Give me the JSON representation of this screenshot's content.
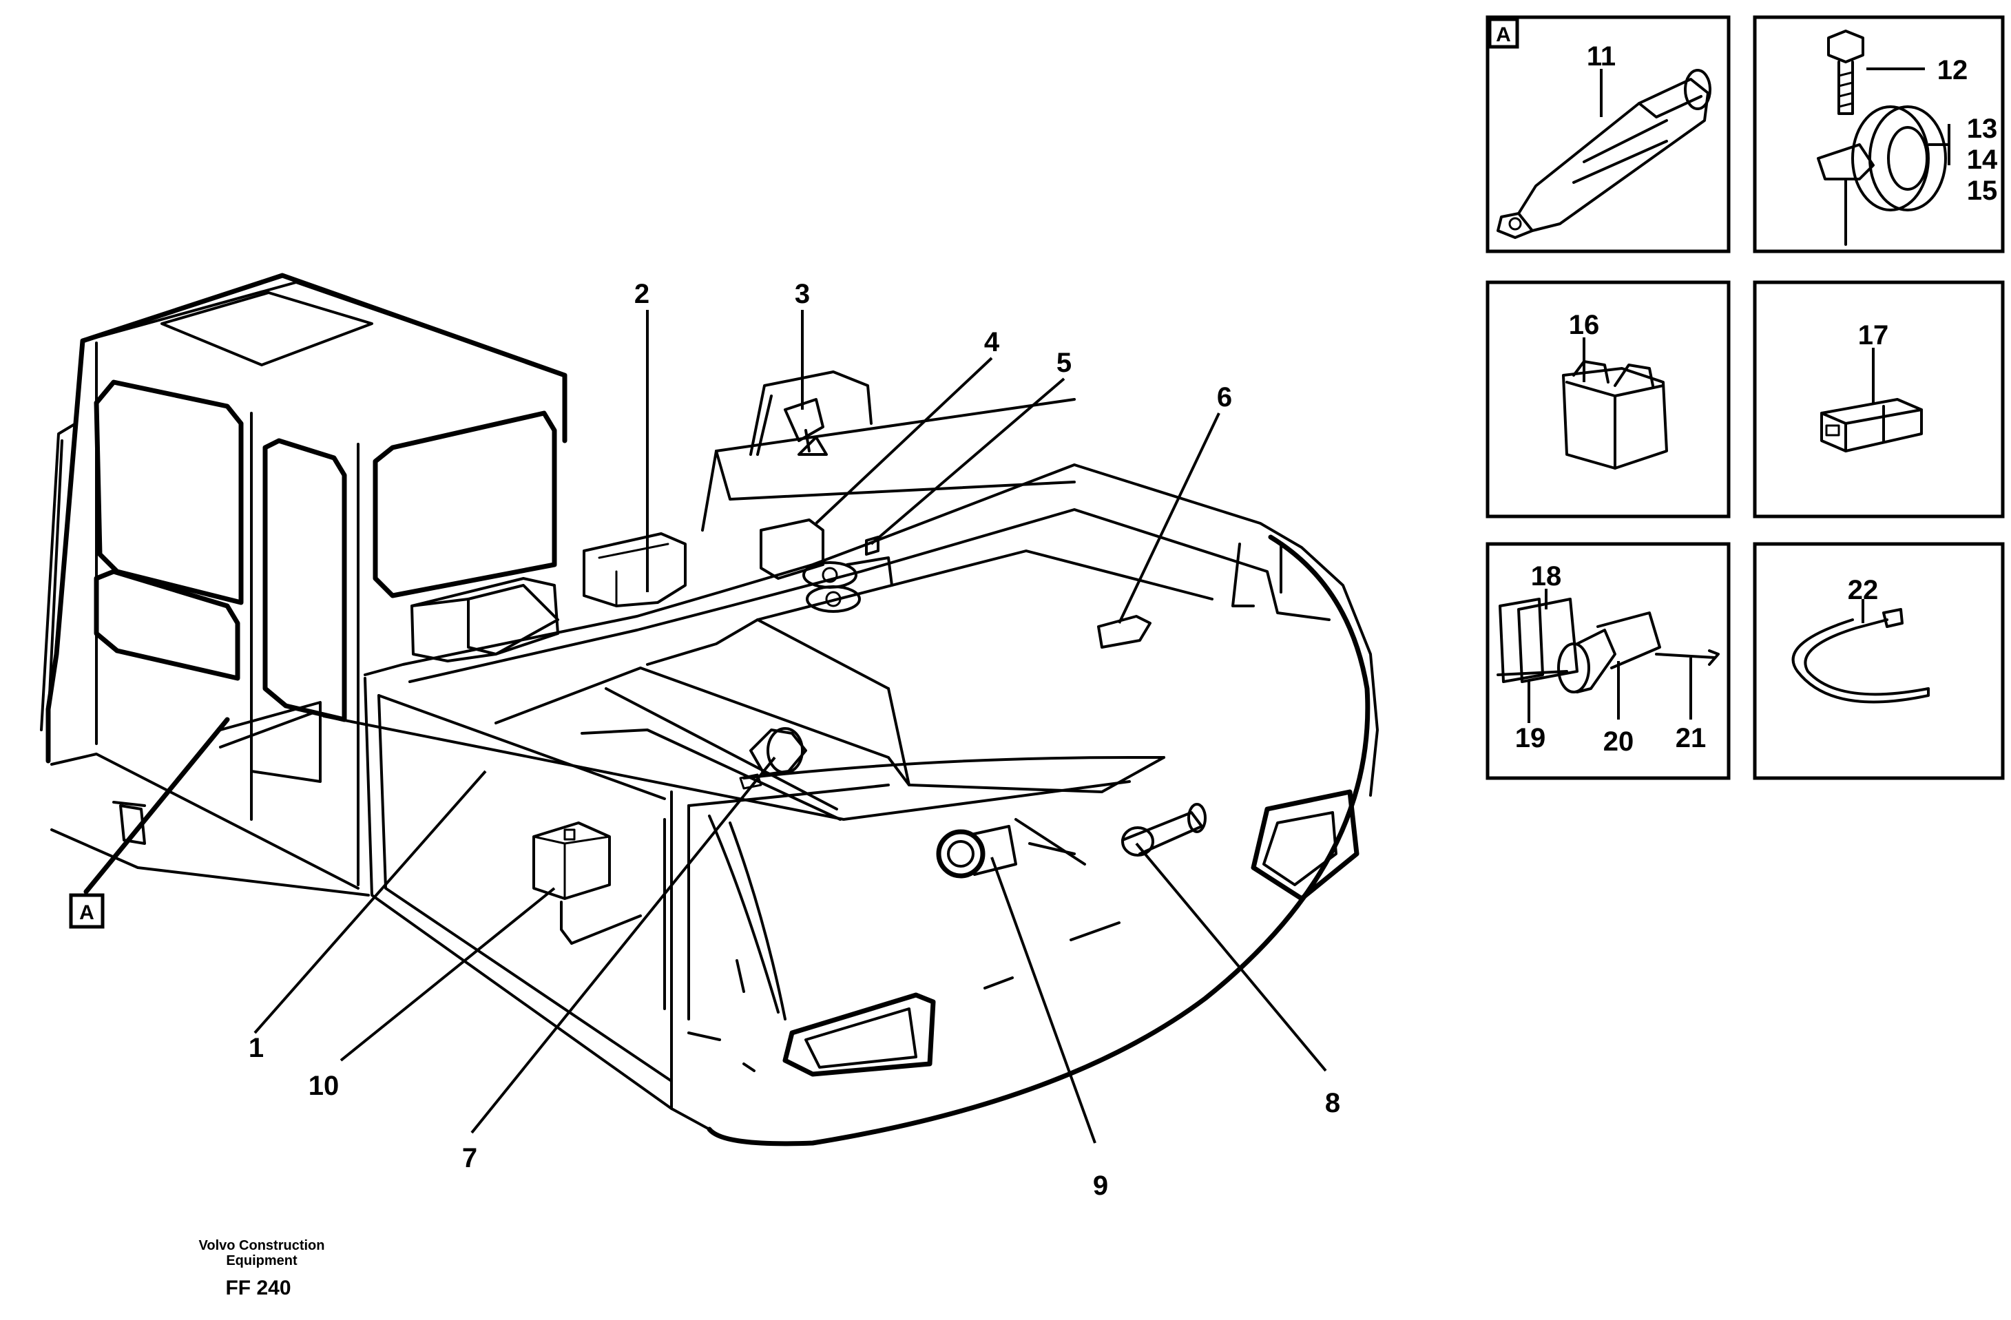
{
  "callouts": [
    "1",
    "2",
    "3",
    "4",
    "5",
    "6",
    "7",
    "8",
    "9",
    "10",
    "11",
    "12",
    "13",
    "14",
    "15",
    "16",
    "17",
    "18",
    "19",
    "20",
    "21",
    "22"
  ],
  "view_marker": "A",
  "detail_marker": "A",
  "footer": {
    "company_line1": "Volvo Construction",
    "company_line2": "Equipment",
    "code": "FF 240"
  }
}
